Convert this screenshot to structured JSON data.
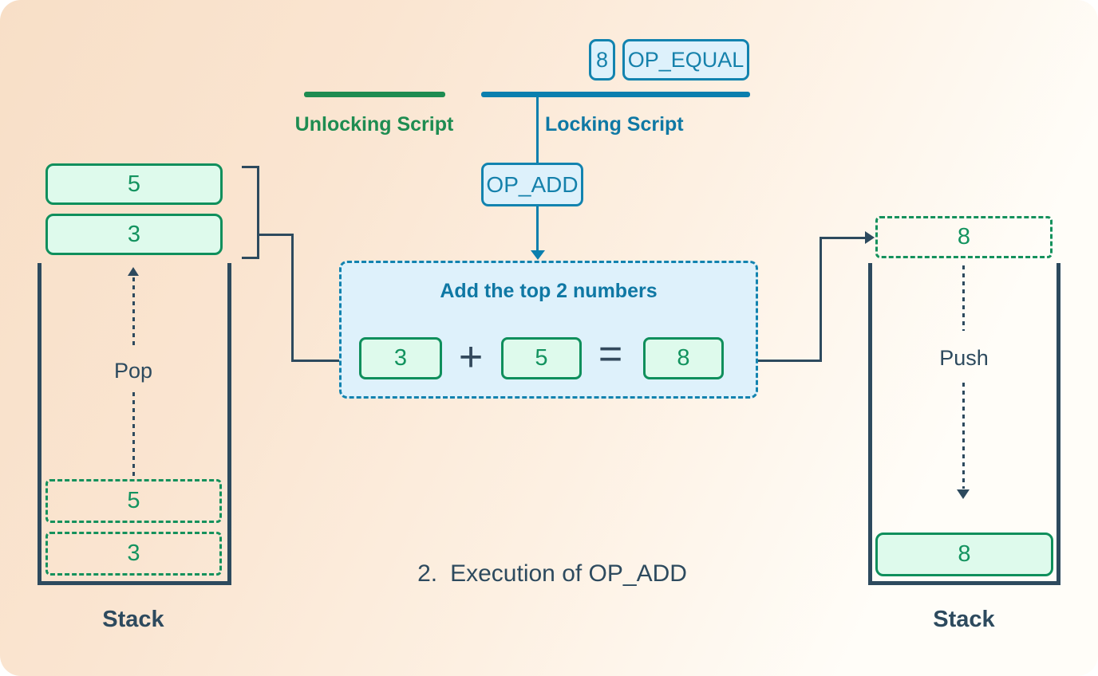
{
  "colors": {
    "background_from": "#f8dfc7",
    "background_to": "#fffdf8",
    "slate": "#2d4a5e",
    "blue_accent": "#0a7fae",
    "blue_border": "#1283af",
    "blue_fill": "#ddf1fb",
    "blue_heading": "#0f78a4",
    "green_accent": "#1e8c51",
    "green_border": "#0f8f5c",
    "green_text": "#13935f",
    "mint_fill": "#defaec"
  },
  "locking_script": {
    "label": "Locking Script",
    "tokens": [
      "8",
      "OP_EQUAL"
    ],
    "op": "OP_ADD"
  },
  "unlocking_script": {
    "label": "Unlocking Script"
  },
  "operation": {
    "title": "Add the top 2 numbers",
    "operand1": "3",
    "operator": "+",
    "operand2": "5",
    "equals": "=",
    "result": "8"
  },
  "left_stack": {
    "popped_items": [
      "5",
      "3"
    ],
    "action_label": "Pop",
    "ghost_items": [
      "5",
      "3"
    ],
    "label": "Stack"
  },
  "right_stack": {
    "incoming_item": "8",
    "action_label": "Push",
    "items": [
      "8"
    ],
    "label": "Stack"
  },
  "caption": {
    "number": "2.",
    "text": "Execution of OP_ADD"
  }
}
